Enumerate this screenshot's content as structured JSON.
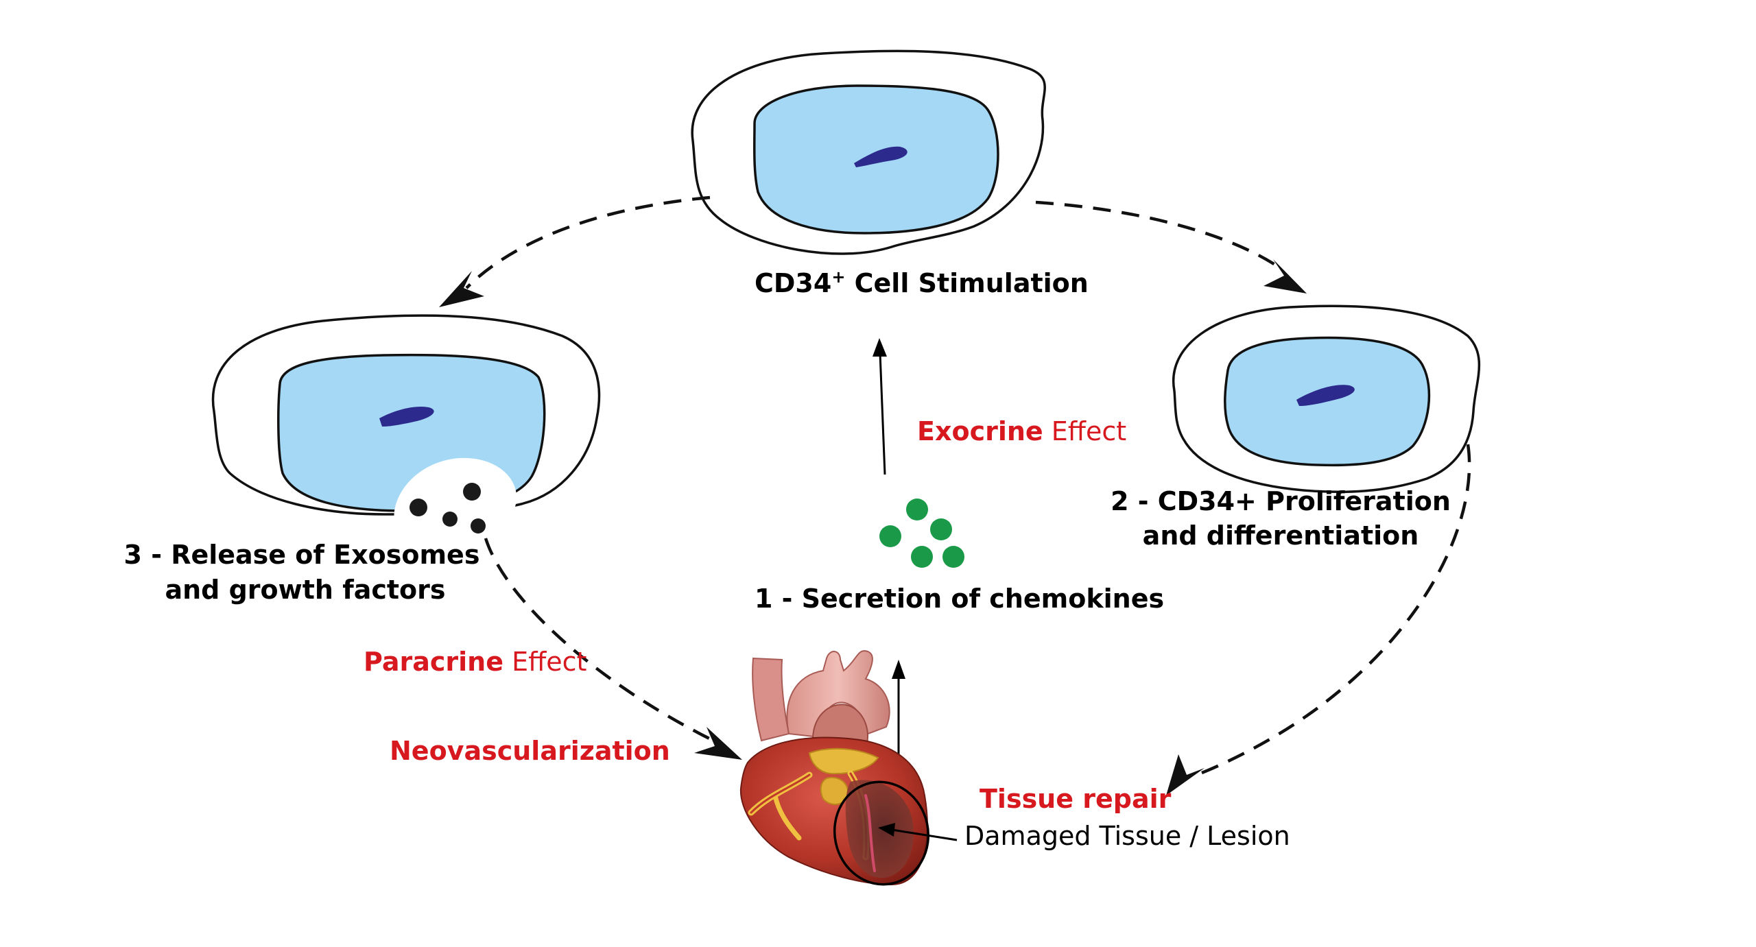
{
  "colors": {
    "accent_red": "#d7181f",
    "cytoplasm_blue": "#a5d8f5",
    "nucleus_indigo": "#2c2a8c",
    "chemokine_green": "#1a9a48",
    "exosome_black": "#1a1a1a"
  },
  "labels": {
    "top_cell_main": "CD34",
    "top_cell_sup": "+",
    "top_cell_rest": " Cell Stimulation",
    "right_cell_line1": "2 - CD34+ Proliferation",
    "right_cell_line2": "and differentiation",
    "left_cell_line1": "3 - Release of Exosomes",
    "left_cell_line2": "and growth factors",
    "chemokines": "1 - Secretion of chemokines",
    "exocrine_bold": "Exocrine",
    "exocrine_rest": " Effect",
    "paracrine_bold": "Paracrine",
    "paracrine_rest": " Effect",
    "neovascularization": "Neovascularization",
    "tissue_repair": "Tissue repair",
    "damaged_tissue": "Damaged Tissue / Lesion"
  },
  "icons": {
    "heart": "heart-illustration",
    "cells": "stem-cell-icon",
    "chemokines": "chemokine-dots",
    "exosomes": "exosome-dots"
  }
}
